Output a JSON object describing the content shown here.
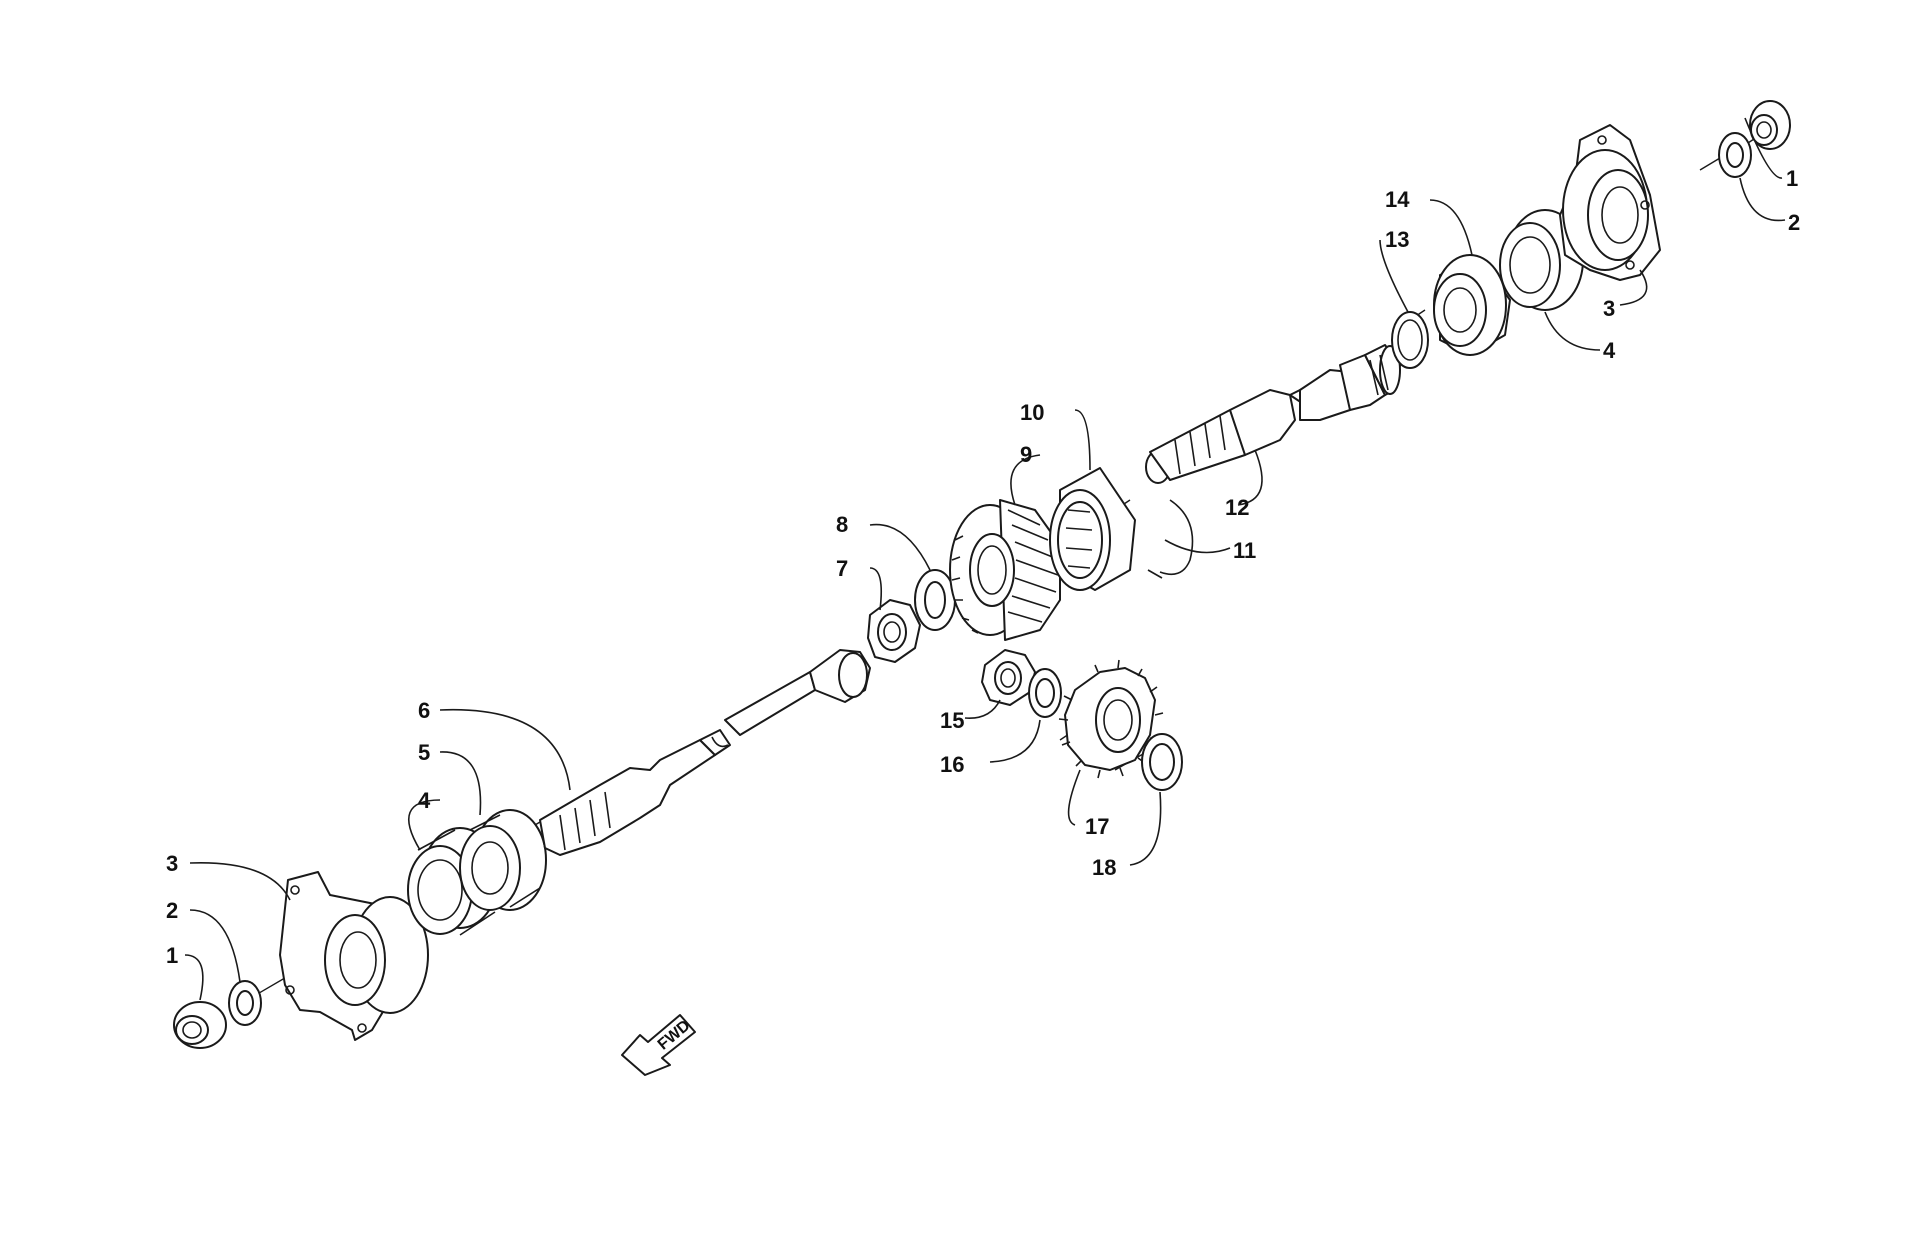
{
  "callouts": {
    "c1a": "1",
    "c2a": "2",
    "c3a": "3",
    "c4a": "4",
    "c10": "10",
    "c9": "9",
    "c8": "8",
    "c7": "7",
    "c11": "11",
    "c12": "12",
    "c13": "13",
    "c14": "14",
    "c15": "15",
    "c16": "16",
    "c17": "17",
    "c18": "18",
    "c6": "6",
    "c5": "5",
    "c4b": "4",
    "c3b": "3",
    "c2b": "2",
    "c1b": "1"
  },
  "direction_label": "FWD",
  "colors": {
    "line": "#1a1a1a",
    "background": "#ffffff"
  }
}
